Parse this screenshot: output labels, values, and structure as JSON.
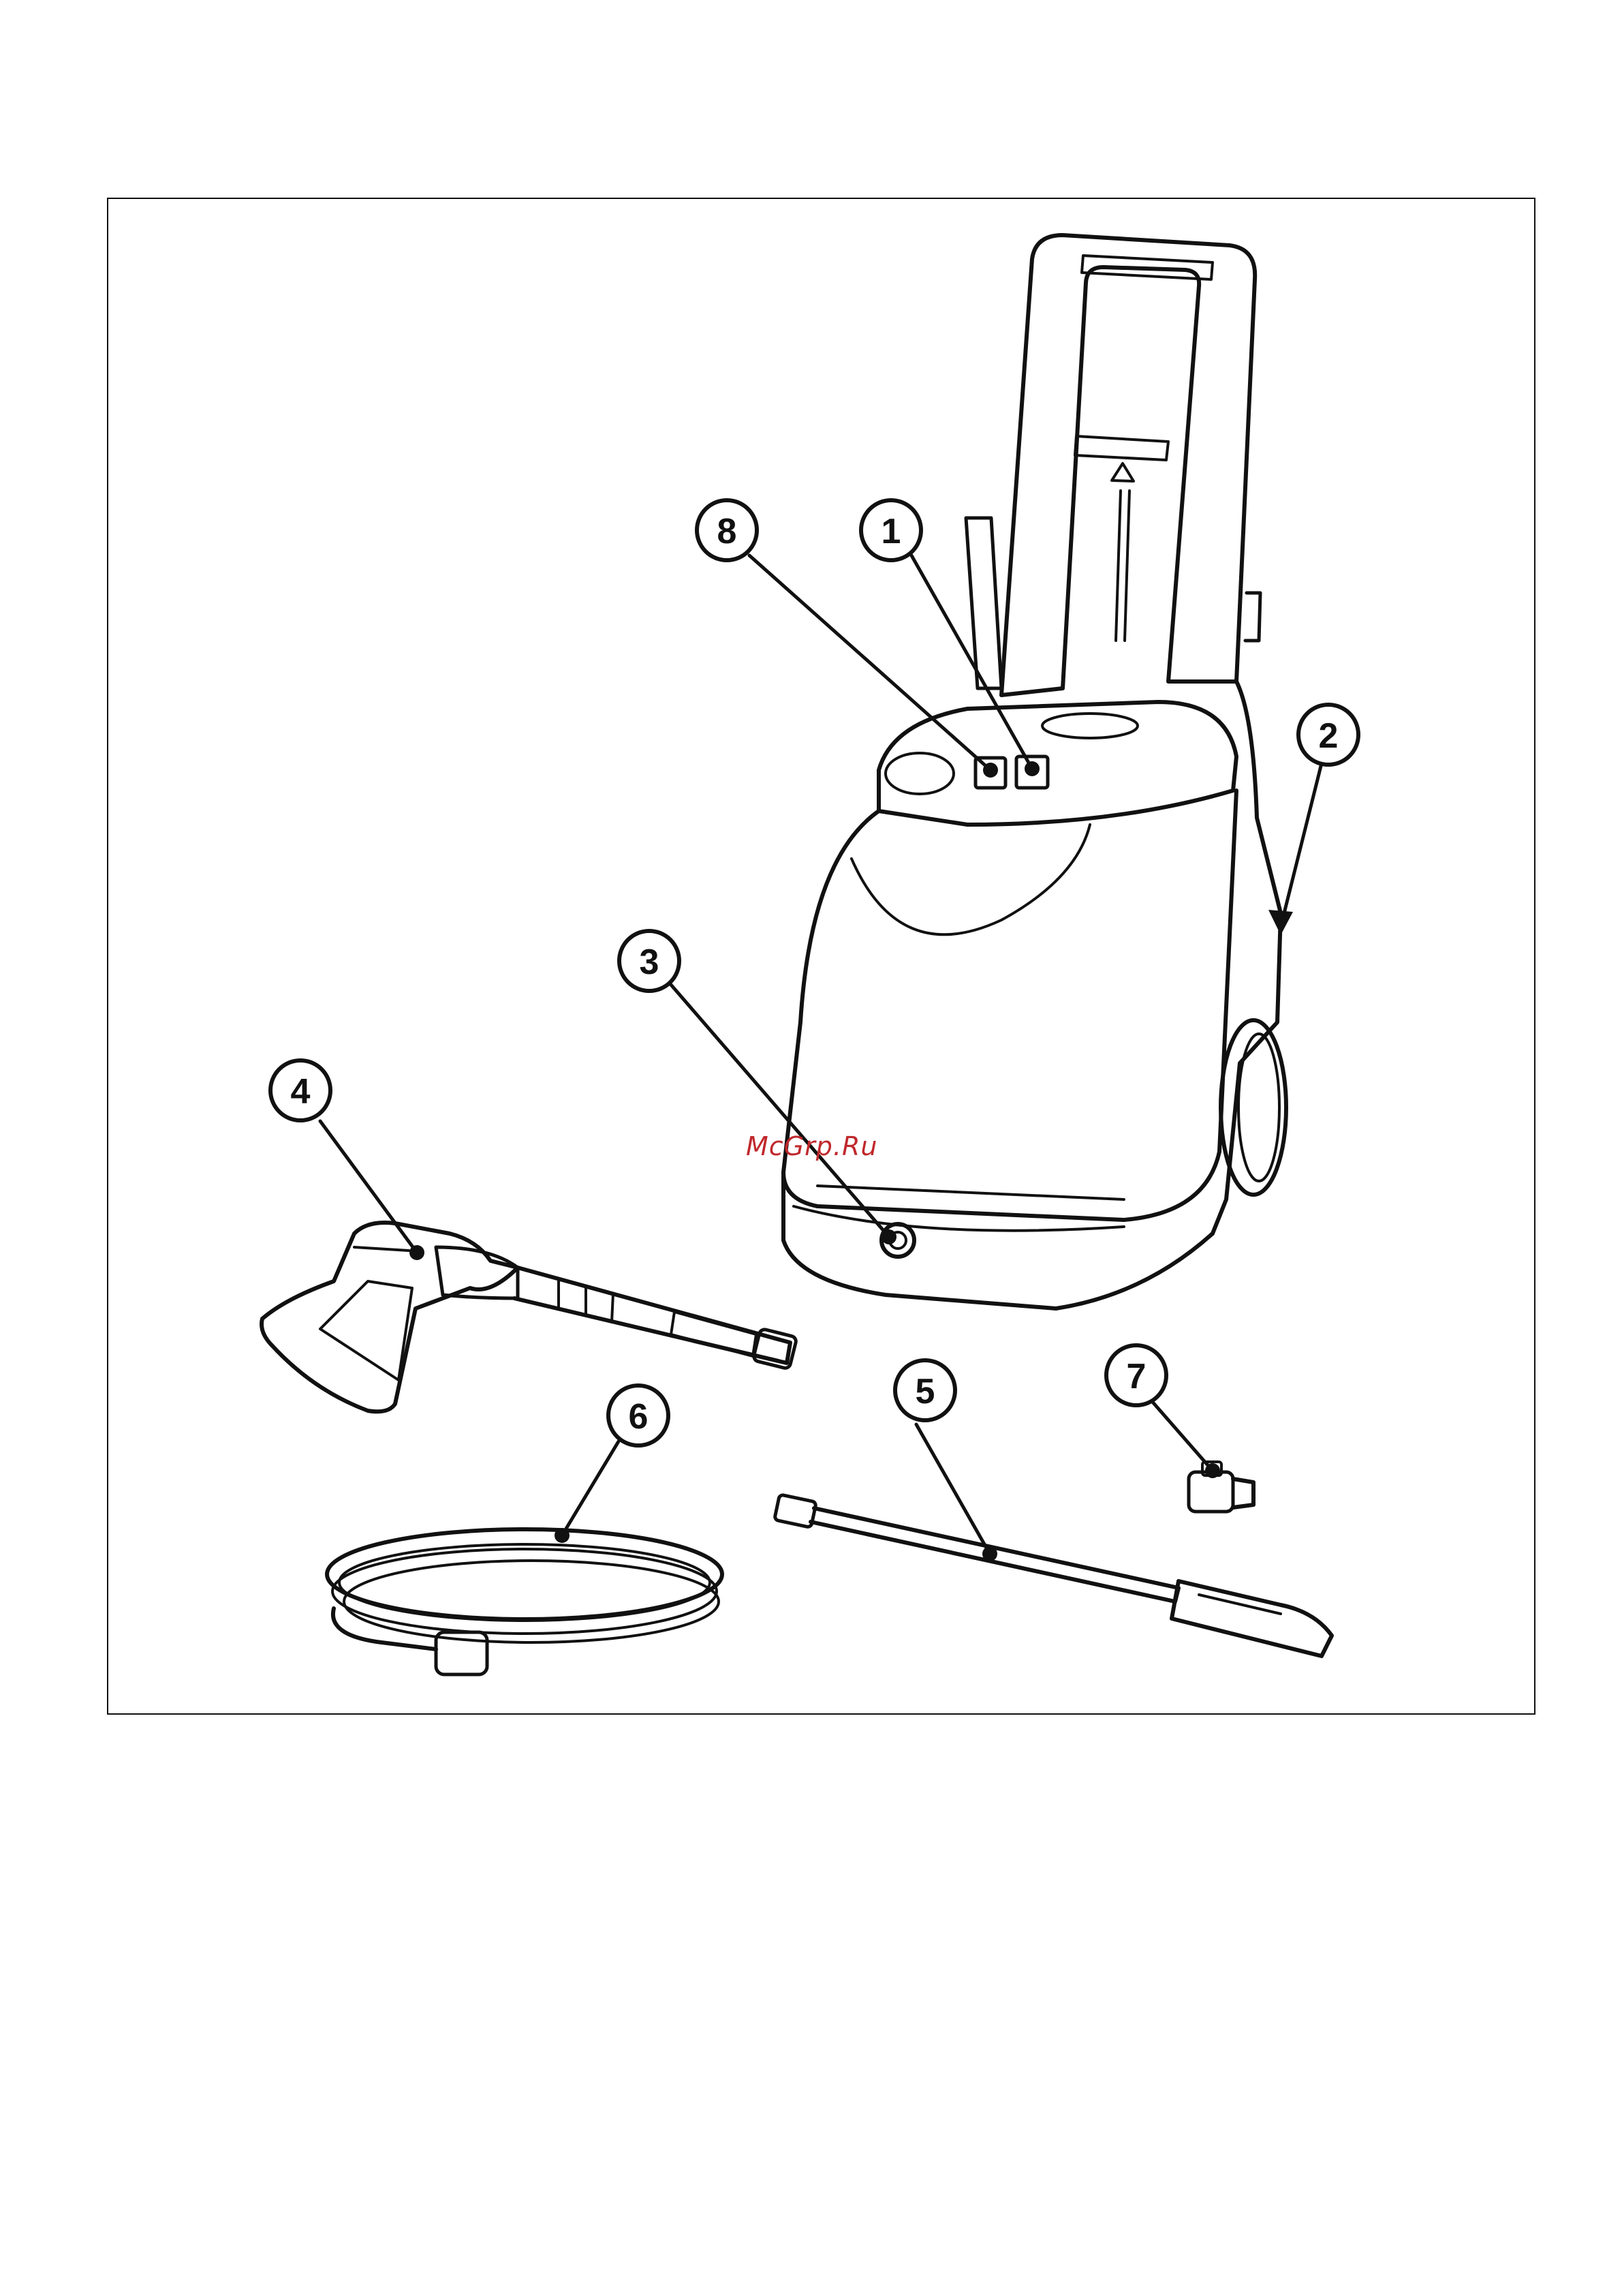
{
  "callouts": [
    {
      "id": "1",
      "label": "1"
    },
    {
      "id": "2",
      "label": "2"
    },
    {
      "id": "3",
      "label": "3"
    },
    {
      "id": "4",
      "label": "4"
    },
    {
      "id": "5",
      "label": "5"
    },
    {
      "id": "6",
      "label": "6"
    },
    {
      "id": "7",
      "label": "7"
    },
    {
      "id": "8",
      "label": "8"
    }
  ],
  "watermark": "McGrp.Ru",
  "colors": {
    "line": "#111111",
    "watermark": "#c0282c",
    "background": "#ffffff"
  }
}
